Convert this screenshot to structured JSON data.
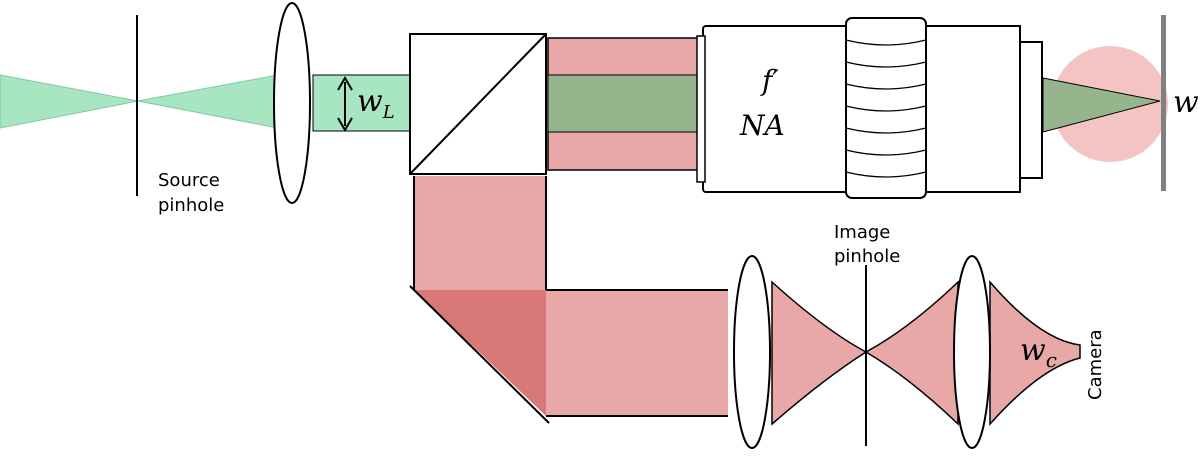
{
  "labels": {
    "source_pinhole_1": "Source",
    "source_pinhole_2": "pinhole",
    "image_pinhole_1": "Image",
    "image_pinhole_2": "pinhole",
    "camera": "Camera"
  },
  "symbols": {
    "w_l_base": "w",
    "w_l_sub": "L",
    "f_prime": "f′",
    "na": "NA",
    "w_sample": "w",
    "w_c_base": "w",
    "w_c_sub": "c"
  },
  "colors": {
    "illumination_green": "#a8e6c2",
    "green_overlap": "#97b58c",
    "return_pink": "#e8a8a8",
    "pink_dark": "#d97878",
    "pink_halo": "#f2b8b8",
    "sample_gray": "#808080",
    "stroke": "#000000"
  },
  "icons": {
    "beam_width_arrow": "double-arrow-icon",
    "objective": "microscope-objective-icon"
  }
}
